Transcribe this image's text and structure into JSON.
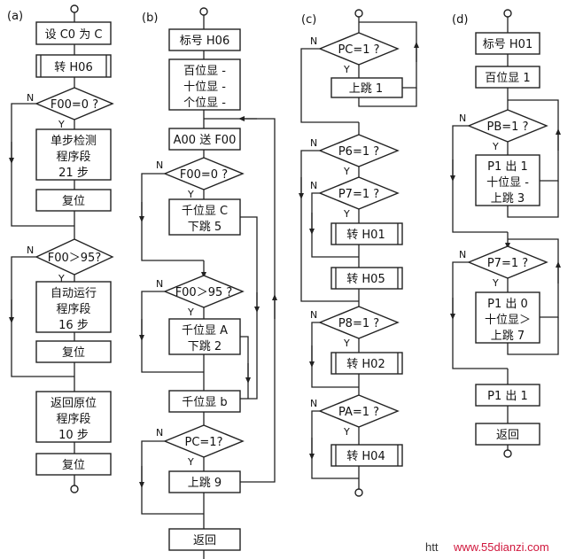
{
  "panel_labels": [
    "(a)",
    "(b)",
    "(c)",
    "(d)"
  ],
  "branch": {
    "no": "N",
    "yes": "Y"
  },
  "a": {
    "set": "设 C0 为 C",
    "goto": "转 H06",
    "dec1": "F00=0 ?",
    "step_lines": [
      "单步检测",
      "程序段",
      "21 步"
    ],
    "reset": "复位",
    "dec2": "F00＞95?",
    "auto_lines": [
      "自动运行",
      "程序段",
      "16 步"
    ],
    "return_lines": [
      "返回原位",
      "程序段",
      "10 步"
    ]
  },
  "b": {
    "label": "标号 H06",
    "display_lines": [
      "百位显 -",
      "十位显 -",
      "个位显 -"
    ],
    "send": "A00 送 F00",
    "dec1": "F00=0 ?",
    "k_c": [
      "千位显 C",
      "下跳 5"
    ],
    "dec2": "F00＞95 ?",
    "k_a": [
      "千位显 A",
      "下跳 2"
    ],
    "k_b": "千位显 b",
    "dec3": "PC=1?",
    "up9": "上跳  9",
    "ret": "返回"
  },
  "c": {
    "pc": "PC=1 ?",
    "up1": "上跳  1",
    "p6": "P6=1 ?",
    "p7": "P7=1 ?",
    "h01": "转 H01",
    "h05": "转 H05",
    "p8": "P8=1 ?",
    "h02": "转 H02",
    "pa": "PA=1 ?",
    "h04": "转 H04"
  },
  "d": {
    "label": "标号 H01",
    "bai": "百位显 1",
    "pb": "PB=1 ?",
    "pb_lines": [
      "P1 出 1",
      "十位显 -",
      "上跳 3"
    ],
    "p7": "P7=1 ?",
    "p7_lines": [
      "P1 出 0",
      "十位显＞",
      "上跳 7"
    ],
    "out1": "P1 出 1",
    "ret": "返回"
  },
  "watermark": {
    "prefix": "htt",
    "site": "www.55dianzi.com"
  }
}
